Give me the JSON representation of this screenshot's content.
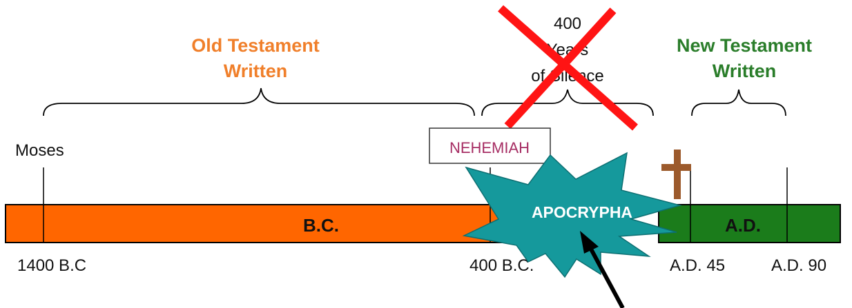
{
  "timeline": {
    "bc_label": "B.C.",
    "ad_label": "A.D.",
    "bc_color": "#ff6600",
    "ad_color": "#1b7c1b"
  },
  "periods": {
    "old_testament": {
      "line1": "Old Testament",
      "line2": "Written",
      "color": "#f07f2a"
    },
    "silence": {
      "line1": "400",
      "line2": "Years",
      "line3": "of Silence"
    },
    "new_testament": {
      "line1": "New Testament",
      "line2": "Written",
      "color": "#2a7d2a"
    }
  },
  "markers": {
    "moses": "Moses",
    "nehemiah": "NEHEMIAH",
    "nehemiah_color": "#a62d63"
  },
  "dates": {
    "d1400bc": "1400 B.C",
    "d400bc": "400 B.C.",
    "ad45": "A.D. 45",
    "ad90": "A.D. 90"
  },
  "apocrypha": {
    "label": "APOCRYPHA",
    "color": "#15999c"
  },
  "icons": [
    "red-x-cross-out-icon",
    "cross-icon",
    "arrow-icon"
  ]
}
